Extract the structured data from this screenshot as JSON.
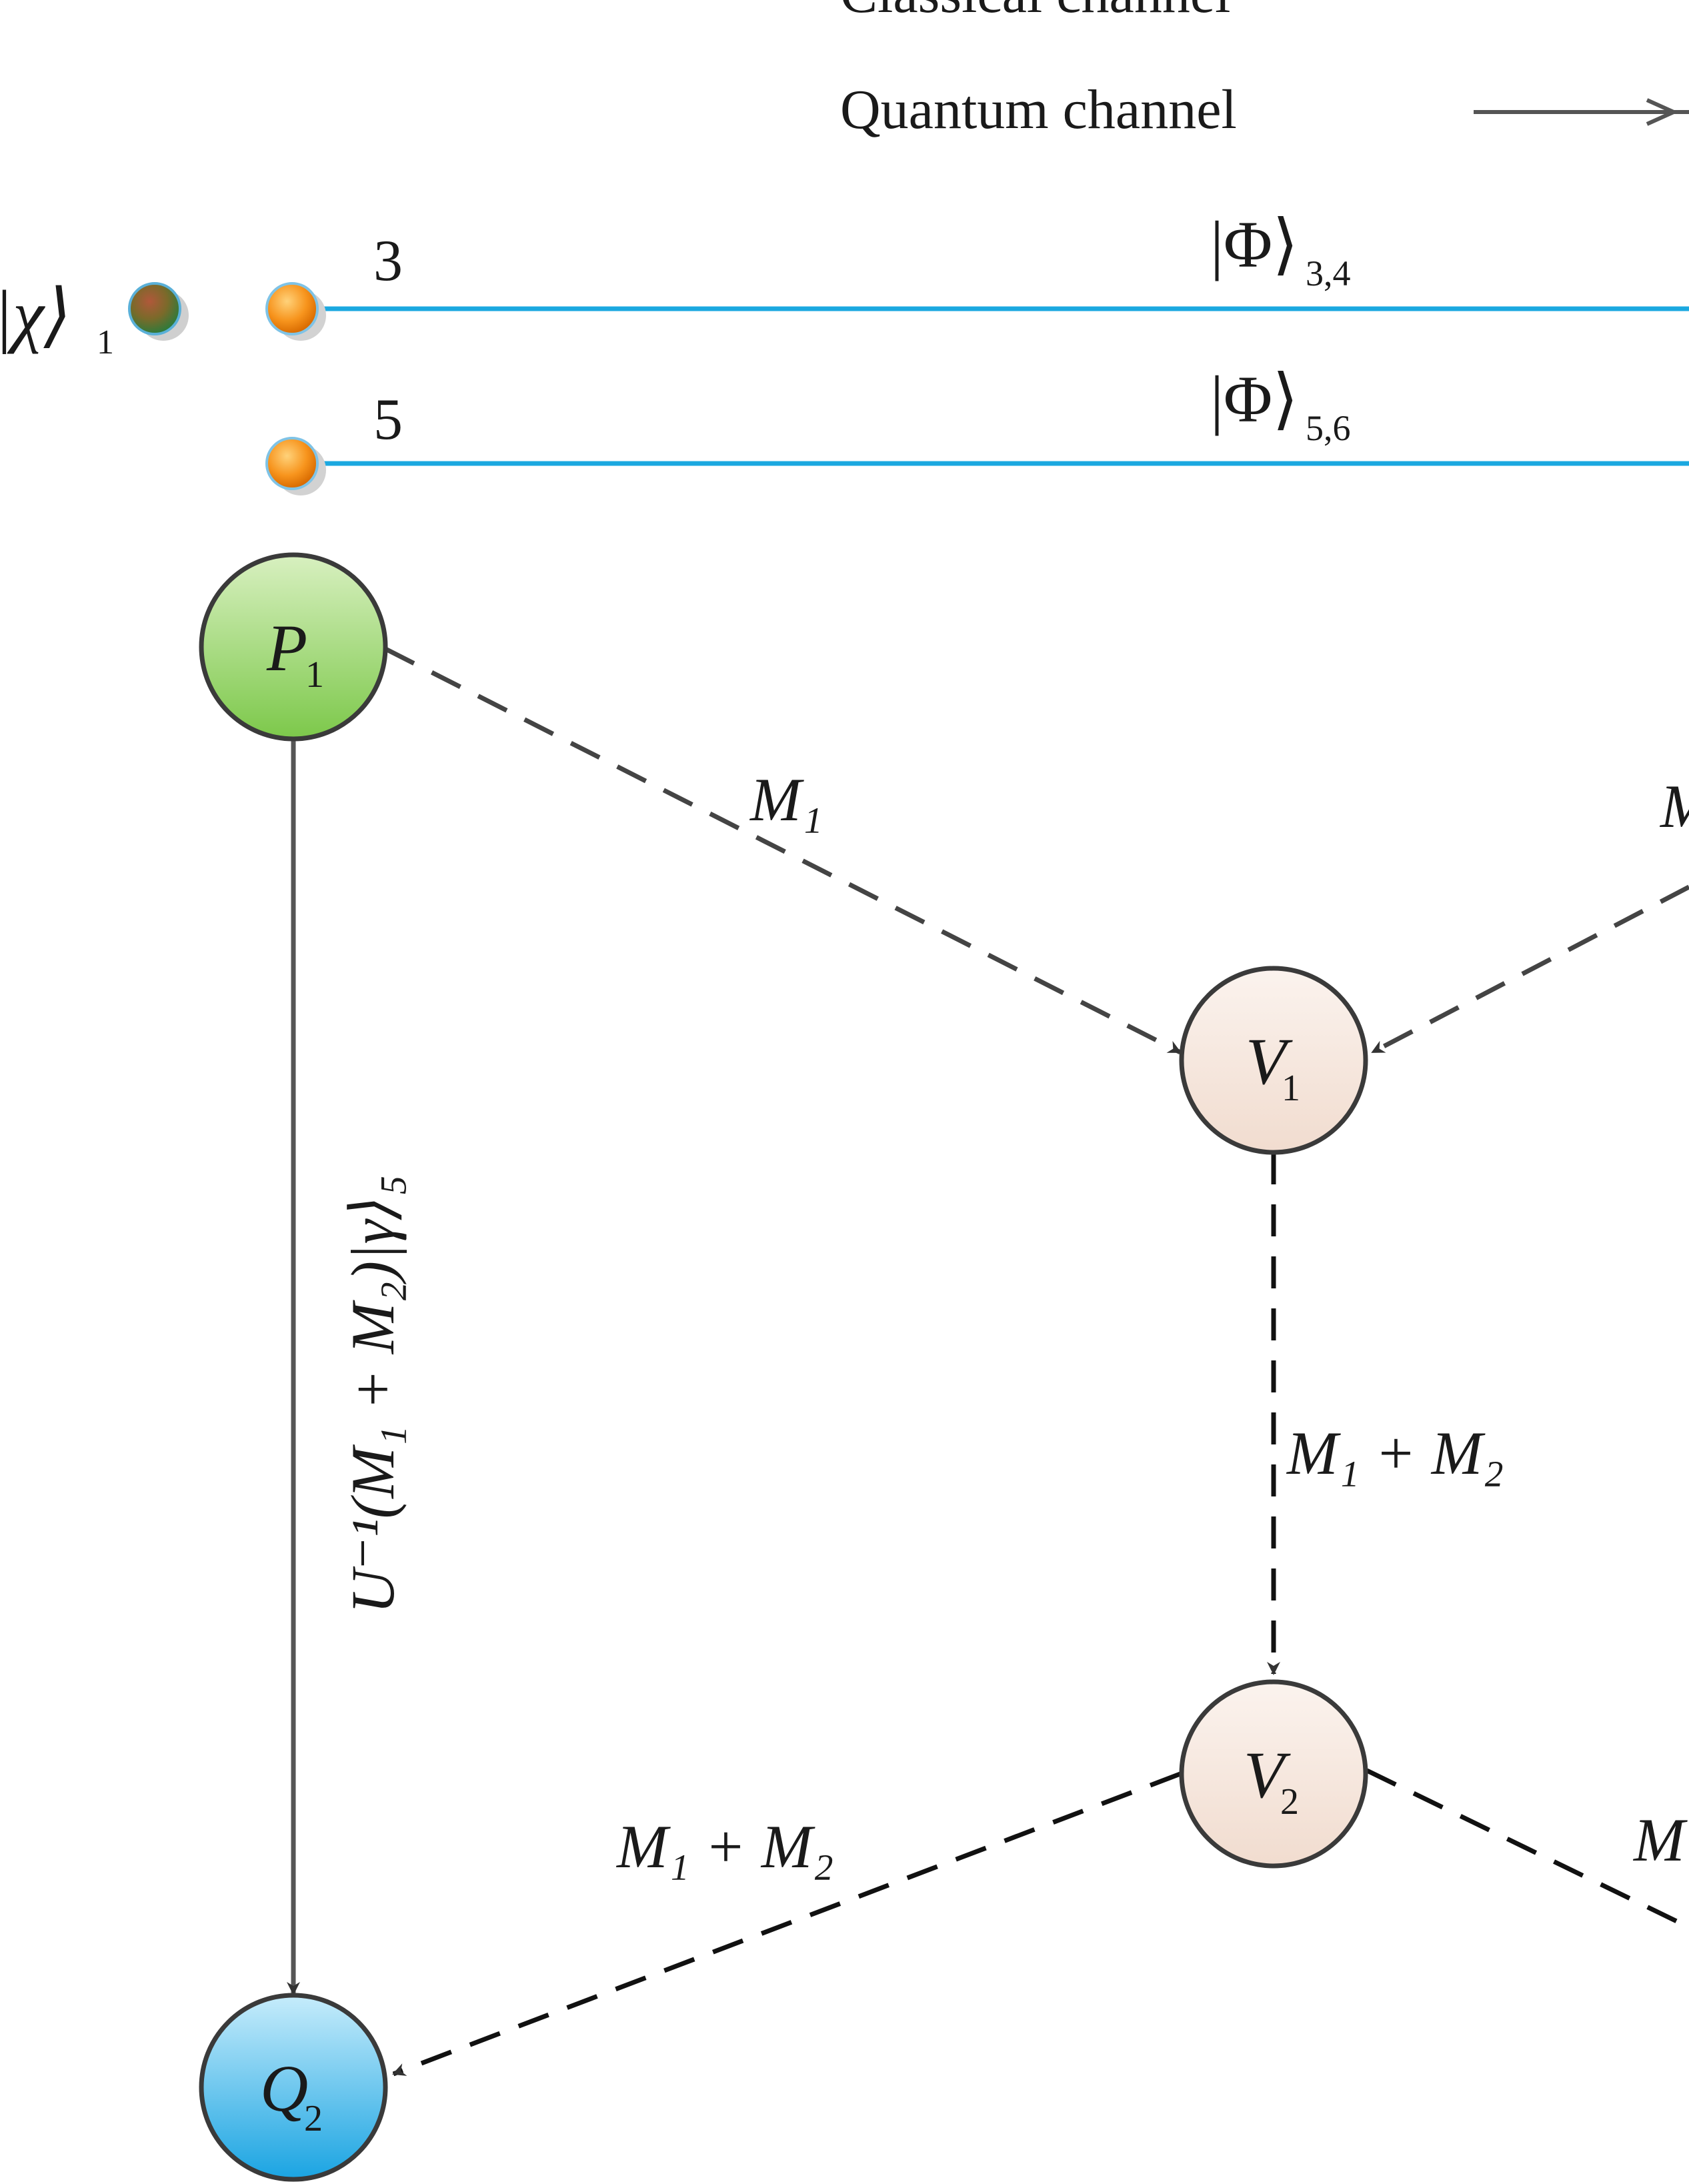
{
  "legend": {
    "classical_label": "Classical channel",
    "quantum_label": "Quantum channel"
  },
  "qubits": {
    "chi_state": "|χ⟩",
    "chi_sub": "1",
    "q3_label": "3",
    "q5_label": "5"
  },
  "channels": {
    "phi34": "|Φ⟩",
    "phi34_sub": "3,4",
    "phi56": "|Φ⟩",
    "phi56_sub": "5,6"
  },
  "nodes": {
    "p1": {
      "letter": "P",
      "sub": "1",
      "fill": "#8fd05a"
    },
    "v1": {
      "letter": "V",
      "sub": "1",
      "fill": "#f4e2d8"
    },
    "v2": {
      "letter": "V",
      "sub": "2",
      "fill": "#f4e2d8"
    },
    "q2": {
      "letter": "Q",
      "sub": "2",
      "fill": "#29aee8"
    }
  },
  "edges": {
    "p1_v1": "M₁",
    "right_in_v1_partial": "M",
    "v1_v2": "M₁ + M₂",
    "v2_q2": "M₁ + M₂",
    "v2_right_partial": "M",
    "p1_q2": "U⁻¹(M₁ + M₂)|γ⟩₅"
  },
  "colors": {
    "quantum_line": "#1ba8e0",
    "edge": "#444444",
    "dot_orange": "#f7941d",
    "dot_mixed": "#8a7a2e"
  }
}
